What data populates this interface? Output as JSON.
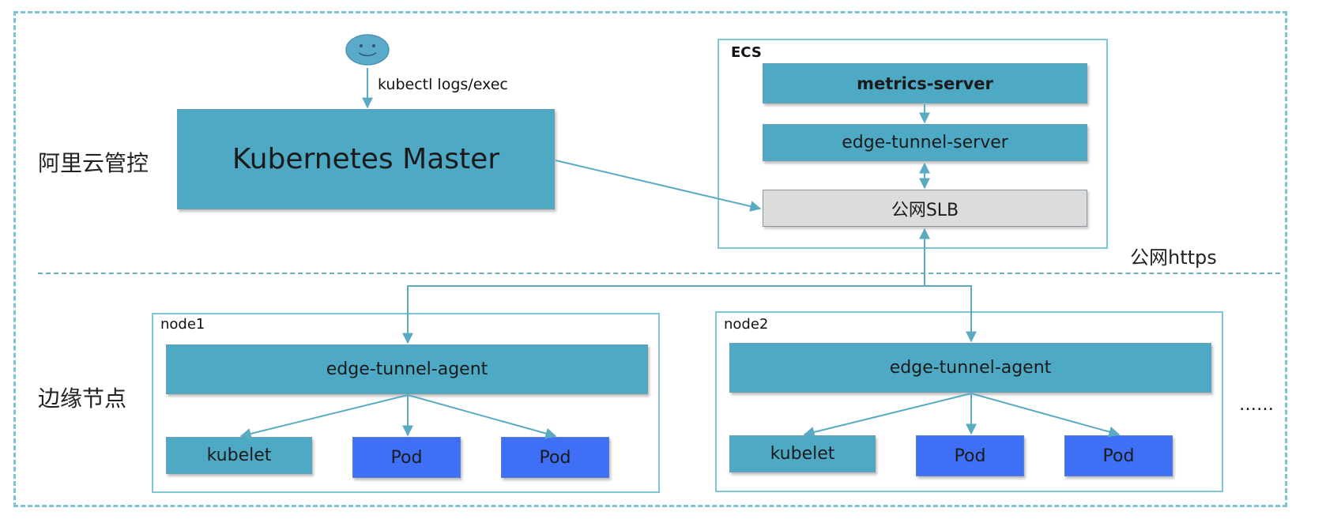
{
  "user_edge_label": "kubectl logs/exec",
  "regions": {
    "cloud_label": "阿里云管控",
    "edge_label": "边缘节点",
    "divider_label": "公网https"
  },
  "master": {
    "label": "Kubernetes Master"
  },
  "ecs": {
    "title": "ECS",
    "metrics_server": "metrics-server",
    "tunnel_server": "edge-tunnel-server",
    "slb": "公网SLB"
  },
  "node1": {
    "title": "node1",
    "agent": "edge-tunnel-agent",
    "kubelet": "kubelet",
    "pod_a": "Pod",
    "pod_b": "Pod"
  },
  "node2": {
    "title": "node2",
    "agent": "edge-tunnel-agent",
    "kubelet": "kubelet",
    "pod_a": "Pod",
    "pod_b": "Pod"
  },
  "more_nodes": "……",
  "colors": {
    "component": "#4ea9c4",
    "pod": "#3f6ff5",
    "slb": "#dcdcdc",
    "frame": "#7fc6d8",
    "arrow": "#5aaac4"
  }
}
